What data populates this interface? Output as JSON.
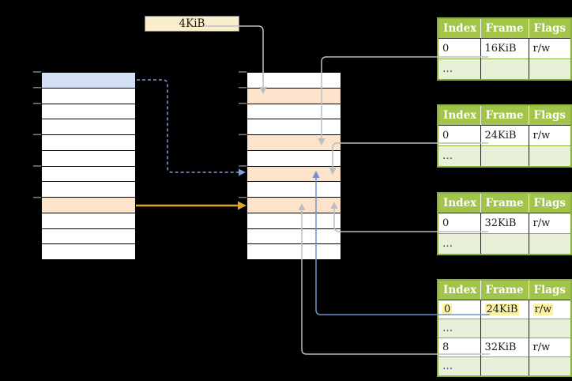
{
  "colors": {
    "page_bg": "#000000",
    "row_white": "#ffffff",
    "row_blue": "#d4e1f5",
    "row_orange": "#fce4cc",
    "green_header": "#a2c44a",
    "green_border": "#8caf3c",
    "green_row": "#e9f0da",
    "header_text": "#ffffff",
    "highlight_yellow": "#fbf3a0",
    "label_box_fill": "#fbeecd",
    "label_box_border": "#7f7f7f",
    "connector_gray": "#bdbdbd",
    "connector_blue": "#7191ca",
    "connector_blue_dashed": "#7f9fd6",
    "connector_orange": "#e0a526",
    "tick_gray": "#7f7f7f"
  },
  "page_size_label": {
    "text": "4KiB"
  },
  "left_column": {
    "rows": 12,
    "blue_rows": [
      0
    ],
    "orange_rows": [
      8
    ],
    "tick_rows": [
      0,
      1,
      2,
      4,
      6,
      8
    ]
  },
  "middle_column": {
    "rows": 12,
    "blue_rows": [],
    "orange_rows": [
      1,
      4,
      6,
      8
    ],
    "tick_rows": [
      0,
      1,
      2,
      4,
      6,
      8
    ]
  },
  "tables": [
    {
      "name": "page-table-16kib",
      "headers": [
        "Index",
        "Frame",
        "Flags"
      ],
      "rows": [
        {
          "cells": [
            "0",
            "16KiB",
            "r/w"
          ]
        },
        {
          "cells": [
            "…",
            "",
            ""
          ],
          "shaded": true
        }
      ]
    },
    {
      "name": "page-table-24kib",
      "headers": [
        "Index",
        "Frame",
        "Flags"
      ],
      "rows": [
        {
          "cells": [
            "0",
            "24KiB",
            "r/w"
          ]
        },
        {
          "cells": [
            "…",
            "",
            ""
          ],
          "shaded": true
        }
      ]
    },
    {
      "name": "page-table-32kib",
      "headers": [
        "Index",
        "Frame",
        "Flags"
      ],
      "rows": [
        {
          "cells": [
            "0",
            "32KiB",
            "r/w"
          ]
        },
        {
          "cells": [
            "…",
            "",
            ""
          ],
          "shaded": true
        }
      ]
    },
    {
      "name": "page-table-bottom",
      "headers": [
        "Index",
        "Frame",
        "Flags"
      ],
      "rows": [
        {
          "cells": [
            "0",
            "24KiB",
            "r/w"
          ],
          "highlight": true
        },
        {
          "cells": [
            "…",
            "",
            ""
          ],
          "shaded": true
        },
        {
          "cells": [
            "8",
            "32KiB",
            "r/w"
          ]
        },
        {
          "cells": [
            "…",
            "",
            ""
          ],
          "shaded": true
        }
      ]
    }
  ]
}
